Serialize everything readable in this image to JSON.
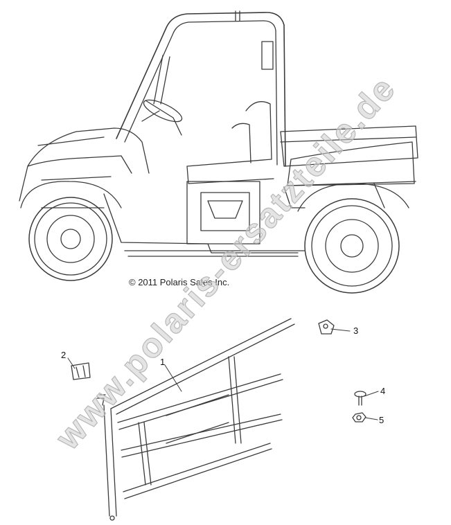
{
  "copyright": "© 2011 Polaris Sales Inc.",
  "watermark": "www.polaris-ersatzteile.de",
  "callouts": [
    "1",
    "2",
    "3",
    "4",
    "5"
  ],
  "colors": {
    "line": "#3a3a3a",
    "watermark": "#cfcfcf"
  }
}
